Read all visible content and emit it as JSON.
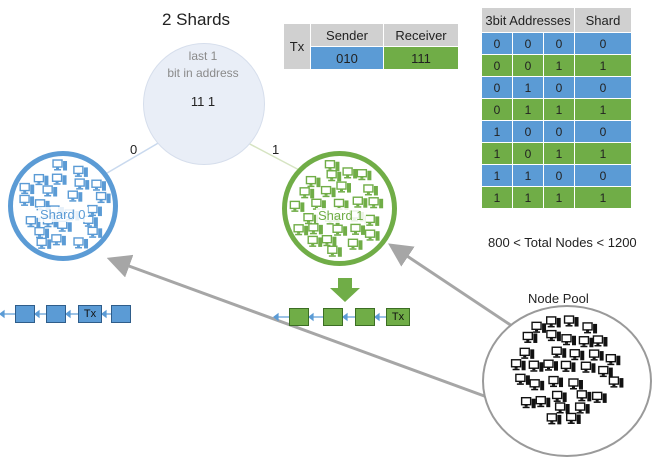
{
  "title": "2 Shards",
  "root_node": {
    "line1": "last 1",
    "line2": "bit in address",
    "value": "11 1"
  },
  "edge_labels": [
    "0",
    "1"
  ],
  "tx_table": {
    "row_label": "Tx",
    "headers": [
      "Sender",
      "Receiver"
    ],
    "values": [
      "010",
      "111"
    ]
  },
  "address_table": {
    "headers": [
      "3bit  Addresses",
      "Shard"
    ],
    "rows": [
      [
        "0",
        "0",
        "0",
        "0"
      ],
      [
        "0",
        "0",
        "1",
        "1"
      ],
      [
        "0",
        "1",
        "0",
        "0"
      ],
      [
        "0",
        "1",
        "1",
        "1"
      ],
      [
        "1",
        "0",
        "0",
        "0"
      ],
      [
        "1",
        "0",
        "1",
        "1"
      ],
      [
        "1",
        "1",
        "0",
        "0"
      ],
      [
        "1",
        "1",
        "1",
        "1"
      ]
    ]
  },
  "shards": [
    {
      "label": "Shard 0",
      "color": "#5b9bd5"
    },
    {
      "label": "Shard 1",
      "color": "#70ad47"
    }
  ],
  "total_nodes": "800 < Total Nodes < 1200",
  "node_pool_label": "Node Pool",
  "chain_block_tx_label": "Tx",
  "colors": {
    "shard0": "#5b9bd5",
    "shard1": "#70ad47",
    "header_gray": "#d0d0d0",
    "arrow_gray": "#a6a6a6"
  },
  "icons": [
    "computer-icon",
    "arrow-icon"
  ]
}
